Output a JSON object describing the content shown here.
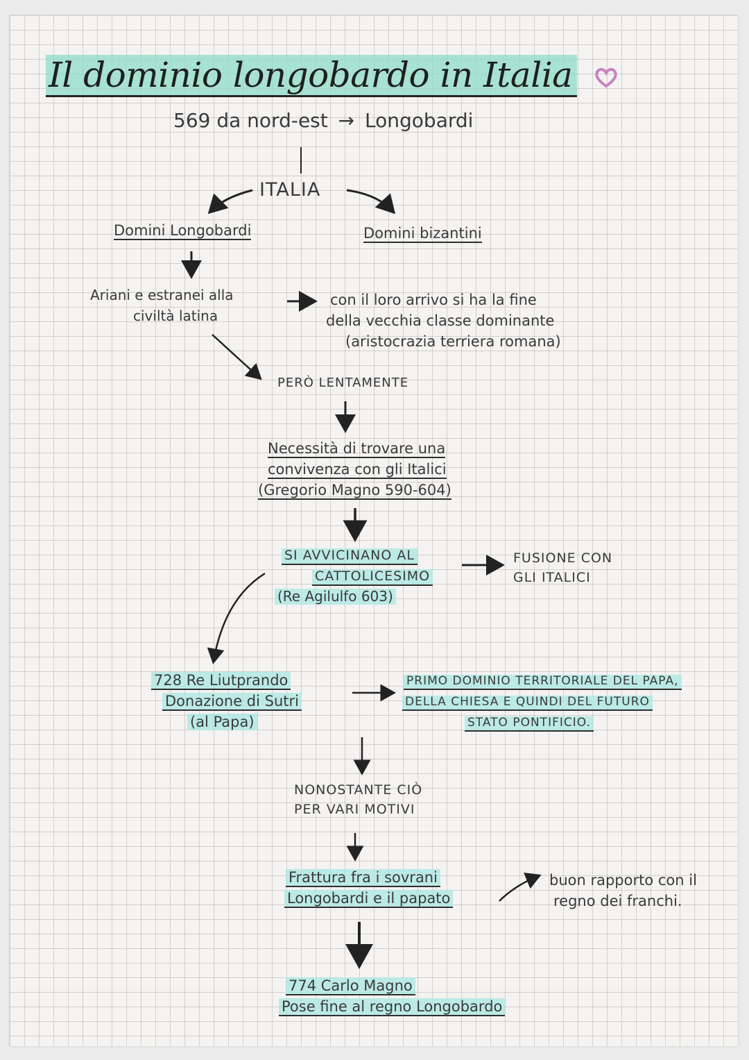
{
  "title": {
    "line1": "Il dominio longobardo in Italia",
    "heart_icon": "heart-icon",
    "heart_color": "#c882c0"
  },
  "intro": "569 da nord-est",
  "intro_result": "Longobardi",
  "italia": "ITALIA",
  "left_branch": "Domini Longobardi",
  "right_branch": "Domini bizantini",
  "arians": [
    "Ariani e estranei alla",
    "civiltà latina"
  ],
  "consequence": [
    "con il loro arrivo si ha la fine",
    "della vecchia classe dominante",
    "(aristocrazia terriera romana)"
  ],
  "pero": "PERÒ LENTAMENTE",
  "necessita": [
    "Necessità di trovare una",
    "convivenza con gli Italici",
    "(Gregorio Magno 590-604)"
  ],
  "cattolicesimo": [
    "SI AVVICINANO AL",
    "CATTOLICESIMO",
    "(Re Agilulfo 603)"
  ],
  "fusione": [
    "FUSIONE CON",
    "GLI ITALICI"
  ],
  "liutprando": [
    "728 Re Liutprando",
    "Donazione di Sutri",
    "(al Papa)"
  ],
  "primo_dominio": [
    "PRIMO DOMINIO TERRITORIALE DEL PAPA,",
    "DELLA CHIESA E QUINDI DEL FUTURO",
    "STATO PONTIFICIO."
  ],
  "nonostante": [
    "NONOSTANTE CIÒ",
    "PER VARI MOTIVI"
  ],
  "frattura": [
    "Frattura fra i sovrani",
    "Longobardi e il papato"
  ],
  "buon_rapporto": [
    "buon rapporto con il",
    "regno dei franchi."
  ],
  "carlo_magno": [
    "774 Carlo Magno",
    "Pose fine al regno Longobardo"
  ],
  "colors": {
    "highlight": "#b2e7e4",
    "ink": "#3a3a3a",
    "title_highlight": "#8fdec7"
  }
}
